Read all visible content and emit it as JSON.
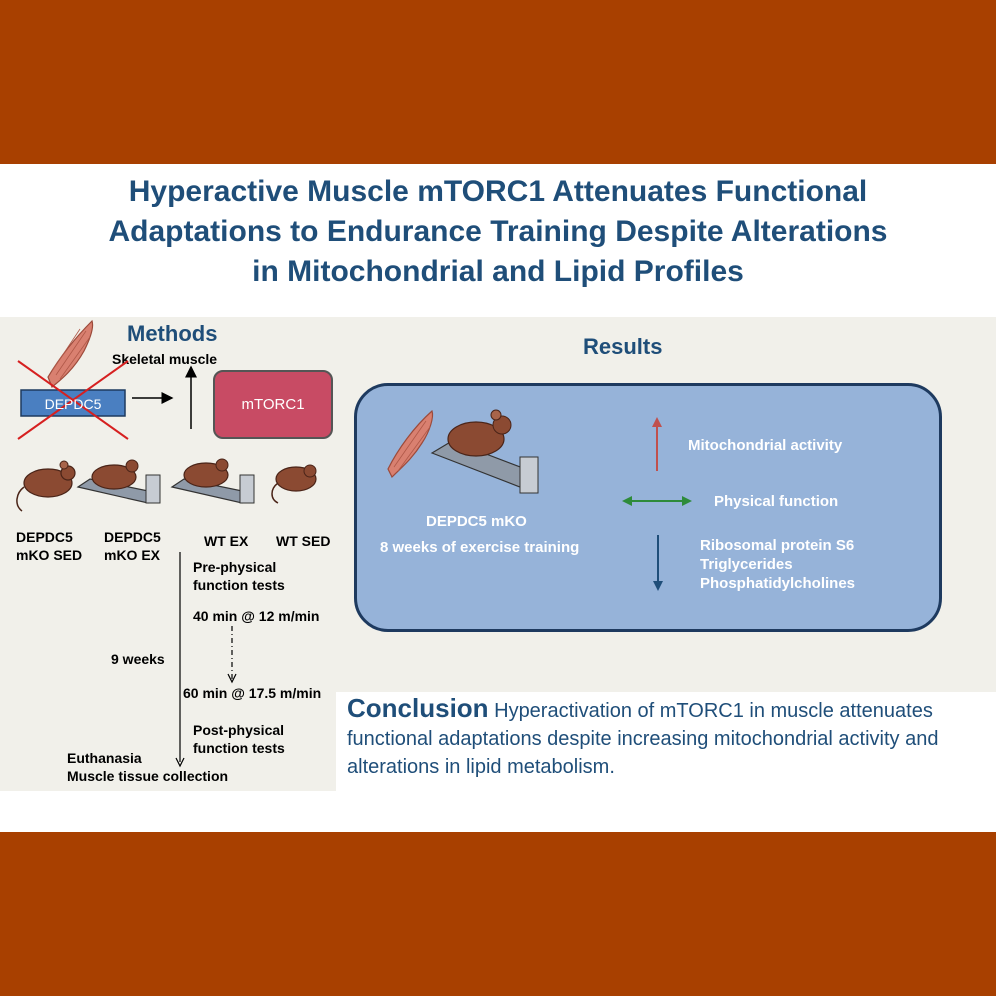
{
  "title": {
    "line1": "Hyperactive Muscle mTORC1 Attenuates Functional",
    "line2": "Adaptations to Endurance Training Despite Alterations",
    "line3": "in Mitochondrial and Lipid Profiles"
  },
  "methods": {
    "heading": "Methods",
    "skeletal_muscle": "Skeletal muscle",
    "gene_box": "DEPDC5",
    "target_box": "mTORC1",
    "groups": [
      {
        "line1": "DEPDC5",
        "line2": "mKO SED"
      },
      {
        "line1": "DEPDC5",
        "line2": "mKO EX"
      },
      {
        "line1": "WT EX",
        "line2": ""
      },
      {
        "line1": "WT SED",
        "line2": ""
      }
    ],
    "timeline": {
      "pre_tests_1": "Pre-physical",
      "pre_tests_2": "function tests",
      "start_protocol": "40 min @ 12 m/min",
      "duration": "9 weeks",
      "end_protocol": "60 min @ 17.5 m/min",
      "post_tests_1": "Post-physical",
      "post_tests_2": "function tests",
      "euthanasia": "Euthanasia",
      "collection": "Muscle tissue collection"
    }
  },
  "results": {
    "heading": "Results",
    "model": "DEPDC5 mKO",
    "training": "8 weeks of exercise training",
    "increased": "Mitochondrial activity",
    "unchanged": "Physical function",
    "decreased": [
      "Ribosomal protein S6",
      "Triglycerides",
      "Phosphatidylcholines"
    ]
  },
  "conclusion": {
    "heading": "Conclusion",
    "text": " Hyperactivation of mTORC1 in muscle attenuates functional adaptations despite increasing mitochondrial activity and alterations in lipid metabolism."
  },
  "colors": {
    "band": "#a84000",
    "heading": "#1f4e79",
    "mtorc1": "#c84b64",
    "depdc5": "#4a7fc1",
    "results_box": "#96b3d9",
    "arrow_up": "#c0504d",
    "arrow_both": "#2e8b3a",
    "arrow_down": "#1f4e79",
    "mouse": "#8b4a32"
  }
}
